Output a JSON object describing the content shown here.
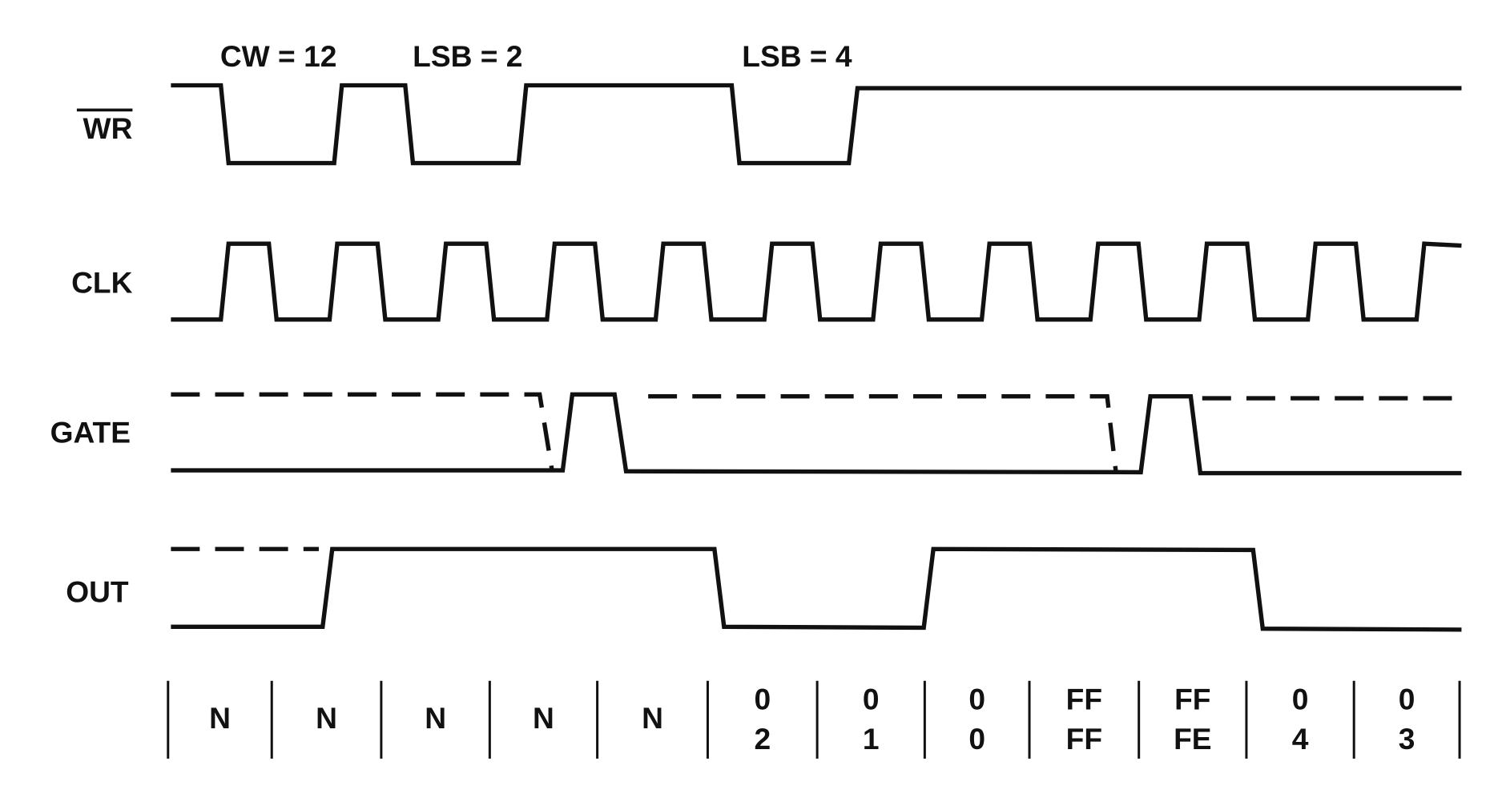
{
  "annotations": [
    "CW = 12",
    "LSB = 2",
    "LSB = 4"
  ],
  "signals": {
    "wr": "WR",
    "clk": "CLK",
    "gate": "GATE",
    "out": "OUT"
  },
  "count_cells": [
    [
      "N"
    ],
    [
      "N"
    ],
    [
      "N"
    ],
    [
      "N"
    ],
    [
      "N"
    ],
    [
      "0",
      "2"
    ],
    [
      "0",
      "1"
    ],
    [
      "0",
      "0"
    ],
    [
      "FF",
      "FF"
    ],
    [
      "FF",
      "FE"
    ],
    [
      "0",
      "4"
    ],
    [
      "0",
      "3"
    ]
  ],
  "clk_cycles": 12
}
